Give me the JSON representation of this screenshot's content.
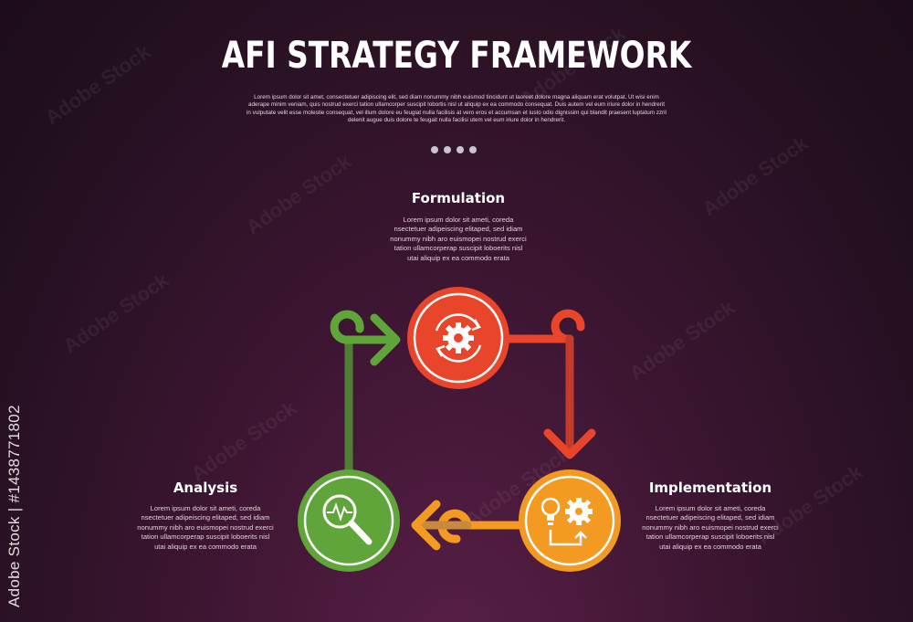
{
  "header": {
    "title": "AFI STRATEGY FRAMEWORK",
    "description": "Lorem ipsum dolor sit amet, consectetuer adipiscing elit, sed diam nonummy nibh euismod tincidunt ut laoreet dolore magna aliquam erat volutpat. Ut wisi enim aderape minim veniam, quis nostrud exerci tation ullamcorper suscipit lobortis nisl ut aliquip ex ea commodo consequat. Duis autem vel eum iriure dolor in hendrerit in vulputate velit esse molestie consequat, vel illum dolore eu feugiat nulla facilisis at vero eros et accumsan et iusto odio dignissim qui blandit praesent luptatum zzril delenit augue duis dolore te feugait nulla facilisi utem vel eum iriure dolor in hendrerit."
  },
  "stages": {
    "formulation": {
      "title": "Formulation",
      "description": "Lorem ipsum dolor sit ameti, coreda nsectetuer adipeiscing elitaped, sed idiam nonummy nibh aro euismopei nostrud exerci tation ullamcorperap suscipit loboerits nisl utai aliquip ex ea commodo erata",
      "color": "#e8452b",
      "icon": "gear-refresh-icon"
    },
    "implementation": {
      "title": "Implementation",
      "description": "Lorem ipsum dolor sit ameti, coreda nsectetuer adipeiscing elitaped, sed idiam nonummy nibh aro euismopei nostrud exerci tation ullamcorperap suscipit loboerits nisl utai aliquip ex ea commodo erata",
      "color": "#f39a22",
      "icon": "lightbulb-gear-icon"
    },
    "analysis": {
      "title": "Analysis",
      "description": "Lorem ipsum dolor sit ameti, coreda nsectetuer adipeiscing elitaped, sed idiam nonummy nibh aro euismopei nostrud exerci tation ullamcorperap suscipit loboerits nisl utai aliquip ex ea commodo erata",
      "color": "#5fa53a",
      "icon": "magnifier-chart-icon"
    }
  },
  "watermark": {
    "side_text": "Adobe Stock | #1438771802",
    "pattern_text": "Adobe Stock"
  }
}
